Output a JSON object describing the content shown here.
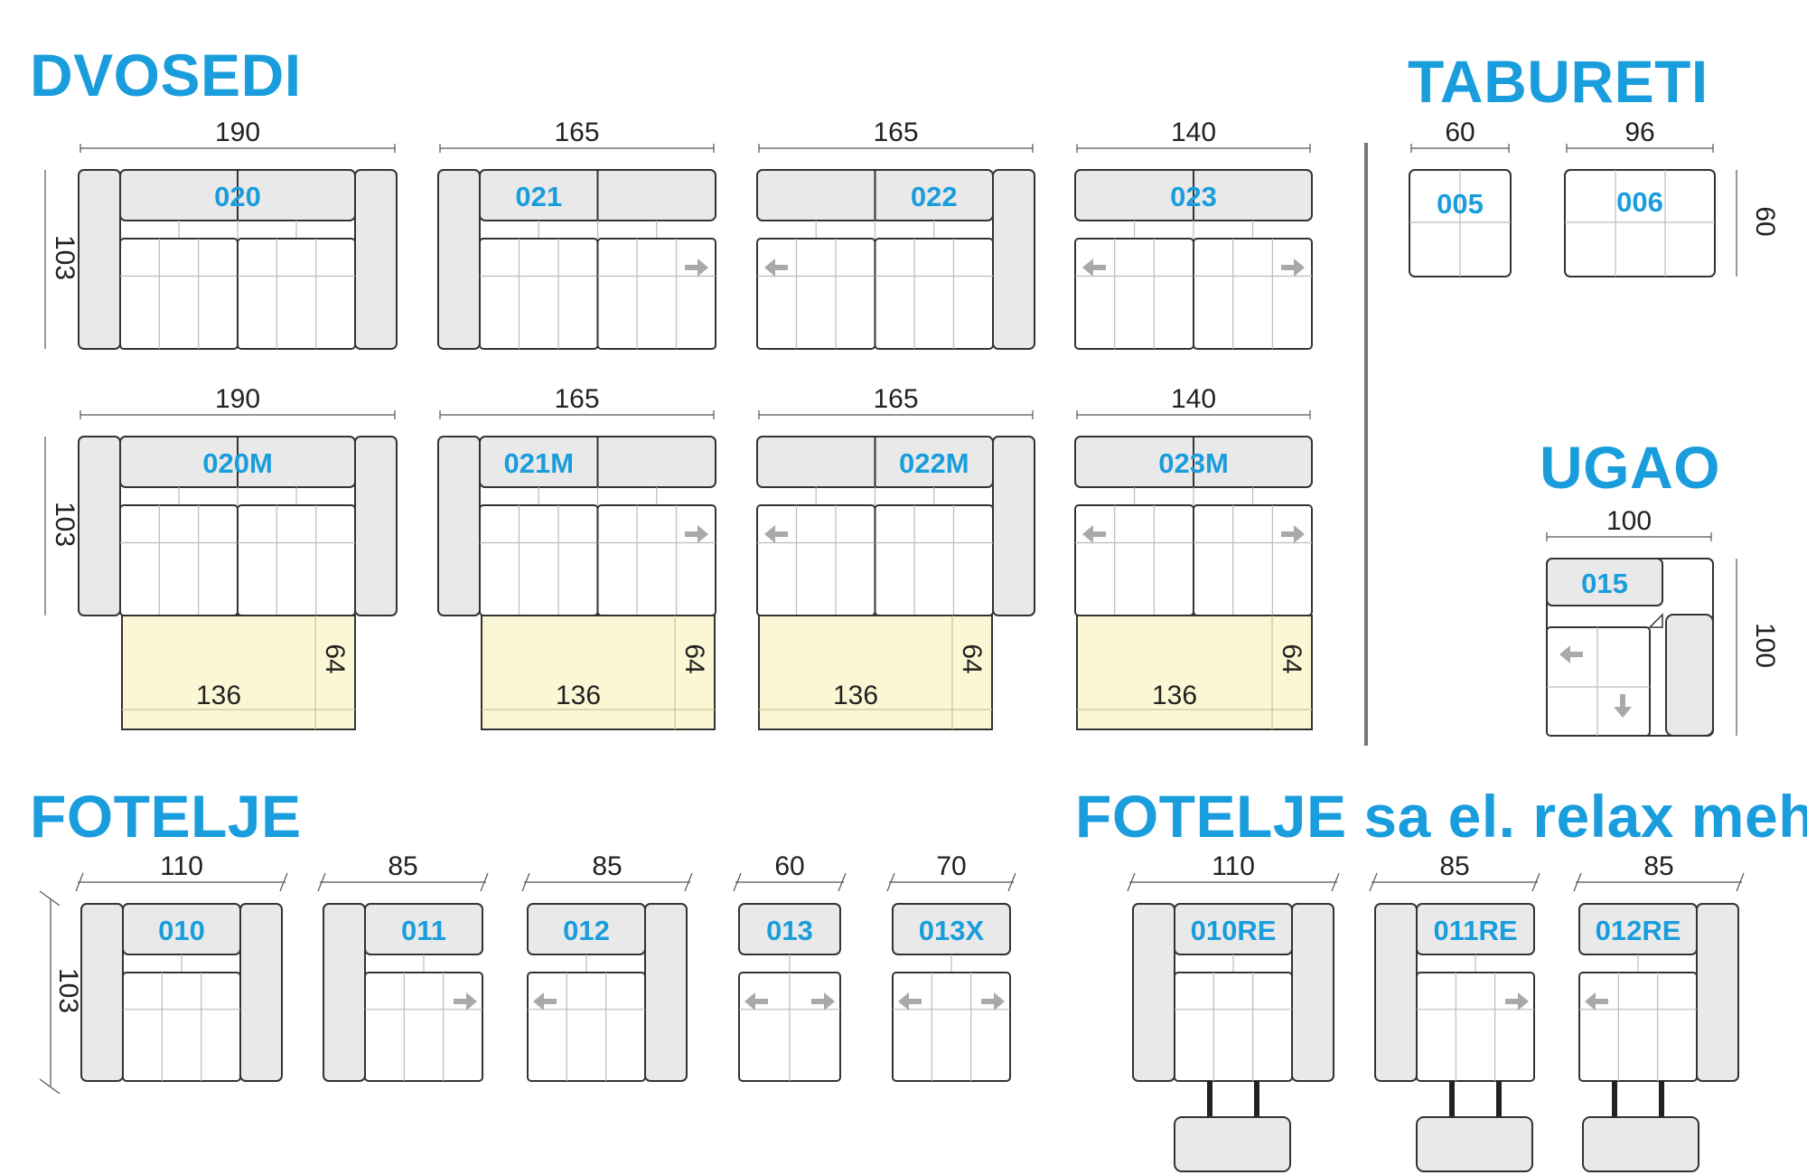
{
  "sections": {
    "dvosedi": "DVOSEDI",
    "tabureti": "TABURETI",
    "ugao": "UGAO",
    "fotelje": "FOTELJE",
    "fotelje_relax": "FOTELJE sa el. relax meh."
  },
  "colors": {
    "accent": "#1a9ddc",
    "arm_fill": "#e9e9e9",
    "bed_fill": "#fbf7d4",
    "outline": "#333333",
    "divider": "#777777"
  },
  "dvosedi": {
    "row1": [
      {
        "code": "020",
        "width": "190",
        "depth": "103"
      },
      {
        "code": "021",
        "width": "165"
      },
      {
        "code": "022",
        "width": "165"
      },
      {
        "code": "023",
        "width": "140"
      }
    ],
    "row2": [
      {
        "code": "020M",
        "width": "190",
        "depth": "103",
        "bed_w": "136",
        "bed_d": "64"
      },
      {
        "code": "021M",
        "width": "165",
        "bed_w": "136",
        "bed_d": "64"
      },
      {
        "code": "022M",
        "width": "165",
        "bed_w": "136",
        "bed_d": "64"
      },
      {
        "code": "023M",
        "width": "140",
        "bed_w": "136",
        "bed_d": "64"
      }
    ]
  },
  "tabureti": [
    {
      "code": "005",
      "width": "60"
    },
    {
      "code": "006",
      "width": "96",
      "depth": "60"
    }
  ],
  "ugao": [
    {
      "code": "015",
      "width": "100",
      "depth": "100"
    }
  ],
  "fotelje": [
    {
      "code": "010",
      "width": "110",
      "depth": "103"
    },
    {
      "code": "011",
      "width": "85"
    },
    {
      "code": "012",
      "width": "85"
    },
    {
      "code": "013",
      "width": "60"
    },
    {
      "code": "013X",
      "width": "70"
    }
  ],
  "fotelje_relax": [
    {
      "code": "010RE",
      "width": "110"
    },
    {
      "code": "011RE",
      "width": "85"
    },
    {
      "code": "012RE",
      "width": "85"
    }
  ]
}
